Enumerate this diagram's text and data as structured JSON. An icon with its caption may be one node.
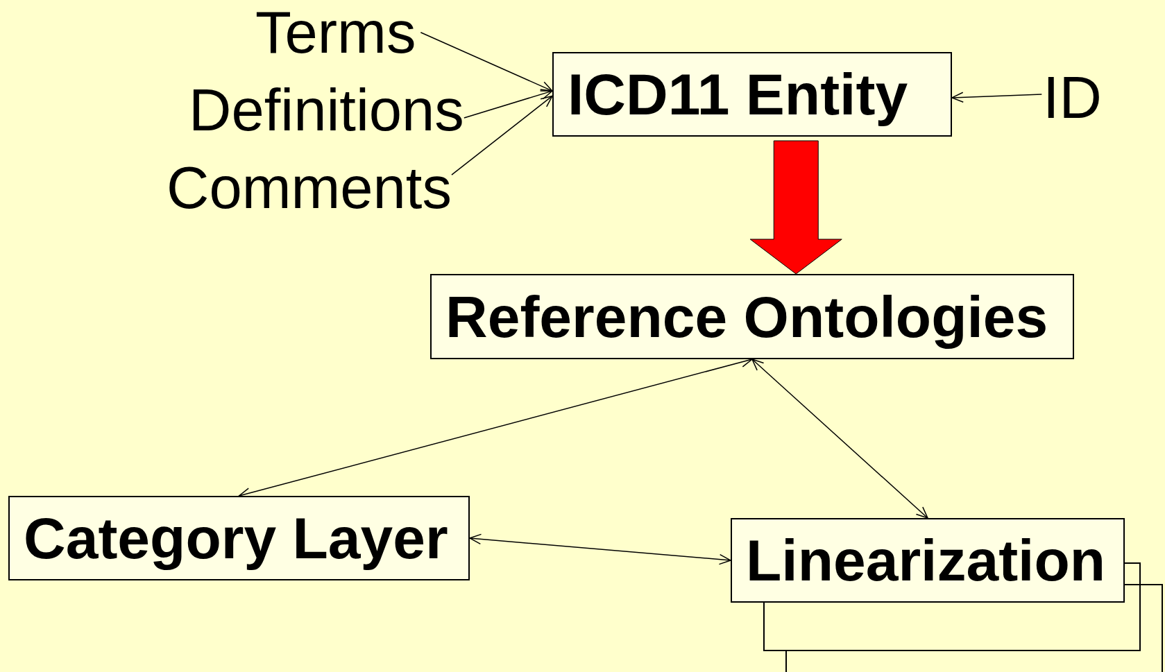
{
  "diagram": {
    "nodes": [
      {
        "text": [
          "Terms"
        ]
      },
      {
        "text": [
          "Definitions"
        ]
      },
      {
        "text": [
          "Comments"
        ]
      },
      {
        "text": [
          "ICD11 Entity"
        ]
      },
      {
        "text": [
          "ID"
        ]
      },
      {
        "text": [
          "Reference Ontologies"
        ]
      },
      {
        "text": [
          "Category Layer"
        ]
      },
      {
        "text": [
          "Linearization"
        ]
      },
      {
        "text": [],
        "shape": "box"
      },
      {
        "text": [],
        "shape": "box"
      }
    ],
    "edges": [
      {
        "from": 0,
        "to": 3,
        "arrow": "to"
      },
      {
        "from": 1,
        "to": 3,
        "arrow": "to"
      },
      {
        "from": 2,
        "to": 3,
        "arrow": "to"
      },
      {
        "from": 4,
        "to": 3,
        "arrow": "to"
      },
      {
        "from": 3,
        "to": 5,
        "arrow": "to",
        "style": "thick",
        "color": "#ff0000"
      },
      {
        "from": 5,
        "to": 6,
        "arrow": "both"
      },
      {
        "from": 5,
        "to": 7,
        "arrow": "both"
      },
      {
        "from": 6,
        "to": 7,
        "arrow": "both"
      }
    ]
  }
}
